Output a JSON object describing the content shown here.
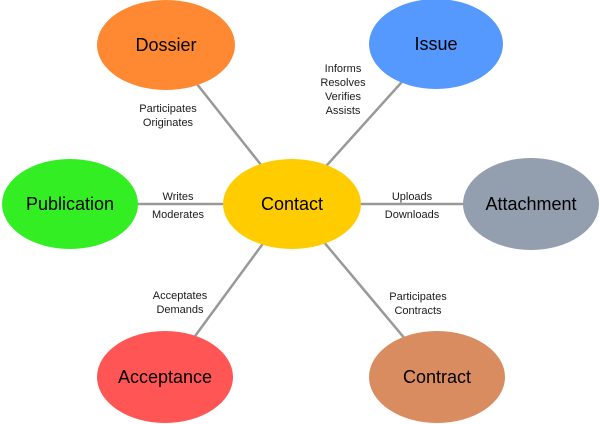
{
  "diagram": {
    "center": {
      "id": "contact",
      "label": "Contact",
      "color": "#ffcc00"
    },
    "nodes": [
      {
        "id": "dossier",
        "label": "Dossier",
        "color": "#ff8833"
      },
      {
        "id": "issue",
        "label": "Issue",
        "color": "#5599ff"
      },
      {
        "id": "publication",
        "label": "Publication",
        "color": "#33ee22"
      },
      {
        "id": "attachment",
        "label": "Attachment",
        "color": "#939eae"
      },
      {
        "id": "acceptance",
        "label": "Acceptance",
        "color": "#ff5555"
      },
      {
        "id": "contract",
        "label": "Contract",
        "color": "#d98c5f"
      }
    ],
    "edges": [
      {
        "to": "dossier",
        "labels": [
          "Participates",
          "Originates"
        ]
      },
      {
        "to": "issue",
        "labels": [
          "Informs",
          "Resolves",
          "Verifies",
          "Assists"
        ]
      },
      {
        "to": "publication",
        "labels": [
          "Writes",
          "Moderates"
        ]
      },
      {
        "to": "attachment",
        "labels": [
          "Uploads",
          "Downloads"
        ]
      },
      {
        "to": "acceptance",
        "labels": [
          "Acceptates",
          "Demands"
        ]
      },
      {
        "to": "contract",
        "labels": [
          "Participates",
          "Contracts"
        ]
      }
    ],
    "edge_color": "#999999"
  }
}
